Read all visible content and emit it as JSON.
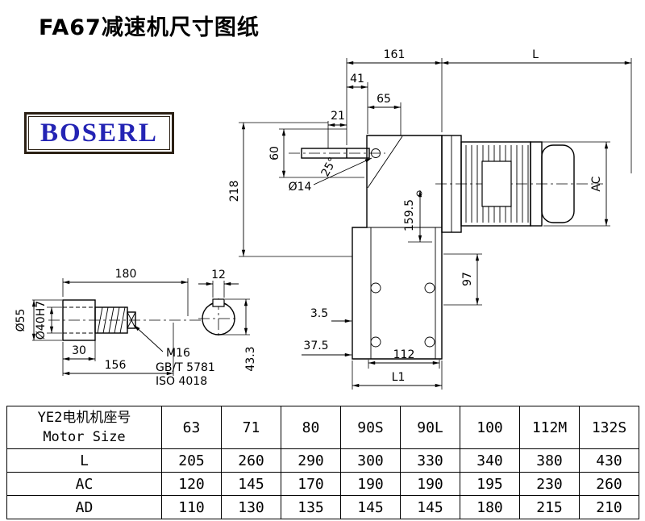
{
  "title": "FA67减速机尺寸图纸",
  "logo": "BOSERL",
  "dims": {
    "d161": "161",
    "L": "L",
    "d41": "41",
    "d65": "65",
    "d21": "21",
    "d60": "60",
    "d218": "218",
    "dia14": "Ø14",
    "a25": "25°",
    "AC": "AC",
    "d159": "159.5",
    "d97": "97",
    "d35": "3.5",
    "d375": "37.5",
    "d112": "112",
    "L1": "L1",
    "d180": "180",
    "d12": "12",
    "dia55": "Ø55",
    "dia40": "Ø40H7",
    "d30": "30",
    "d156": "156",
    "m16": "M16",
    "gb": "GB/T 5781",
    "iso": "ISO 4018",
    "d433": "43.3"
  },
  "table": {
    "header": {
      "line1": "YE2电机机座号",
      "line2": "Motor Size"
    },
    "sizes": [
      "63",
      "71",
      "80",
      "90S",
      "90L",
      "100",
      "112M",
      "132S"
    ],
    "rows": [
      {
        "label": "L",
        "values": [
          "205",
          "260",
          "290",
          "300",
          "330",
          "340",
          "380",
          "430"
        ]
      },
      {
        "label": "AC",
        "values": [
          "120",
          "145",
          "170",
          "190",
          "190",
          "195",
          "230",
          "260"
        ]
      },
      {
        "label": "AD",
        "values": [
          "110",
          "130",
          "135",
          "145",
          "145",
          "180",
          "215",
          "210"
        ]
      }
    ]
  }
}
